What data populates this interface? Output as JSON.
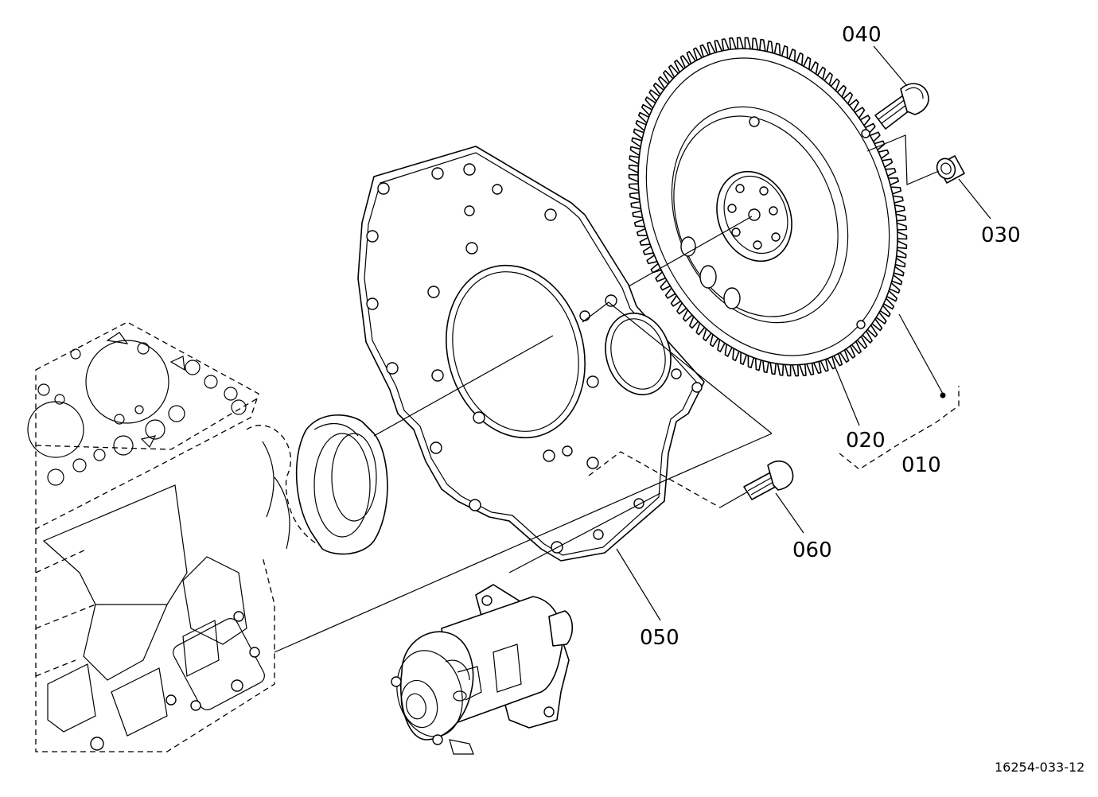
{
  "diagram": {
    "reference_code": "16254-033-12",
    "callouts": [
      {
        "id": "callout-010",
        "label": "010"
      },
      {
        "id": "callout-020",
        "label": "020"
      },
      {
        "id": "callout-030",
        "label": "030"
      },
      {
        "id": "callout-040",
        "label": "040"
      },
      {
        "id": "callout-050",
        "label": "050"
      },
      {
        "id": "callout-060",
        "label": "060"
      }
    ]
  }
}
